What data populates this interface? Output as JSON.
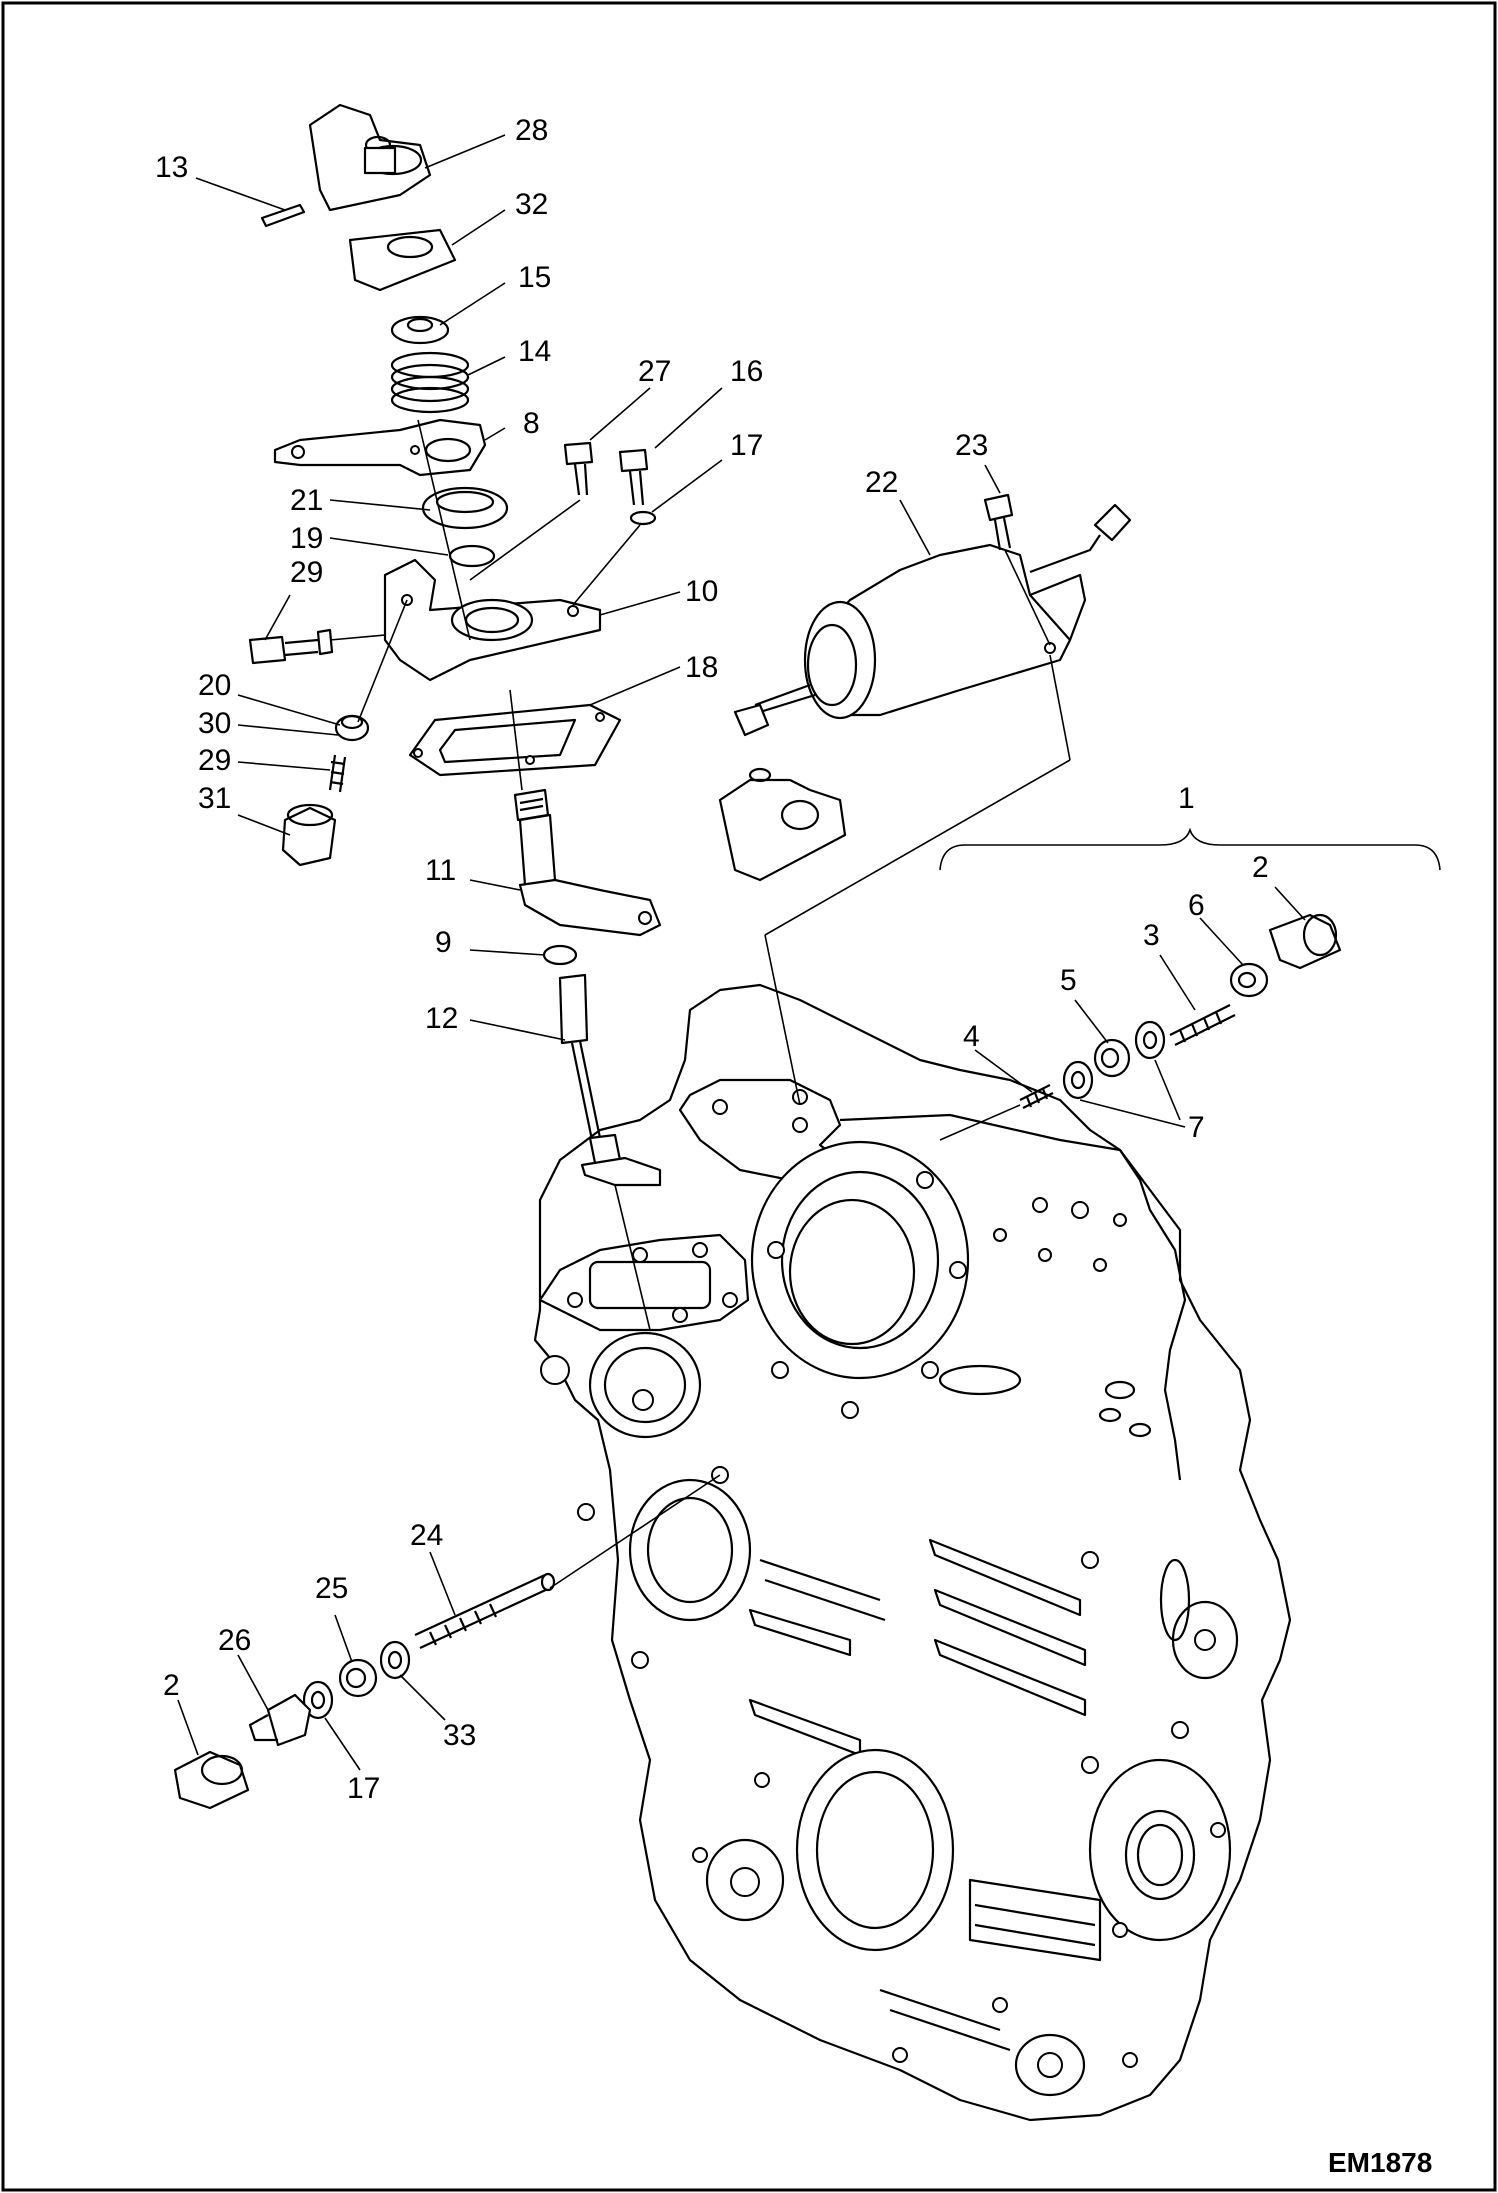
{
  "diagram": {
    "figure_code": "EM1878",
    "callouts": {
      "c13": "13",
      "c28": "28",
      "c32": "32",
      "c15": "15",
      "c14": "14",
      "c8": "8",
      "c27": "27",
      "c16": "16",
      "c17a": "17",
      "c21": "21",
      "c19": "19",
      "c29a": "29",
      "c10": "10",
      "c23": "23",
      "c22": "22",
      "c18": "18",
      "c20": "20",
      "c30": "30",
      "c29b": "29",
      "c31": "31",
      "c1": "1",
      "c2a": "2",
      "c6": "6",
      "c3": "3",
      "c11": "11",
      "c5": "5",
      "c9": "9",
      "c4": "4",
      "c12": "12",
      "c7": "7",
      "c24": "24",
      "c25": "25",
      "c26": "26",
      "c2b": "2",
      "c33": "33",
      "c17b": "17"
    }
  }
}
